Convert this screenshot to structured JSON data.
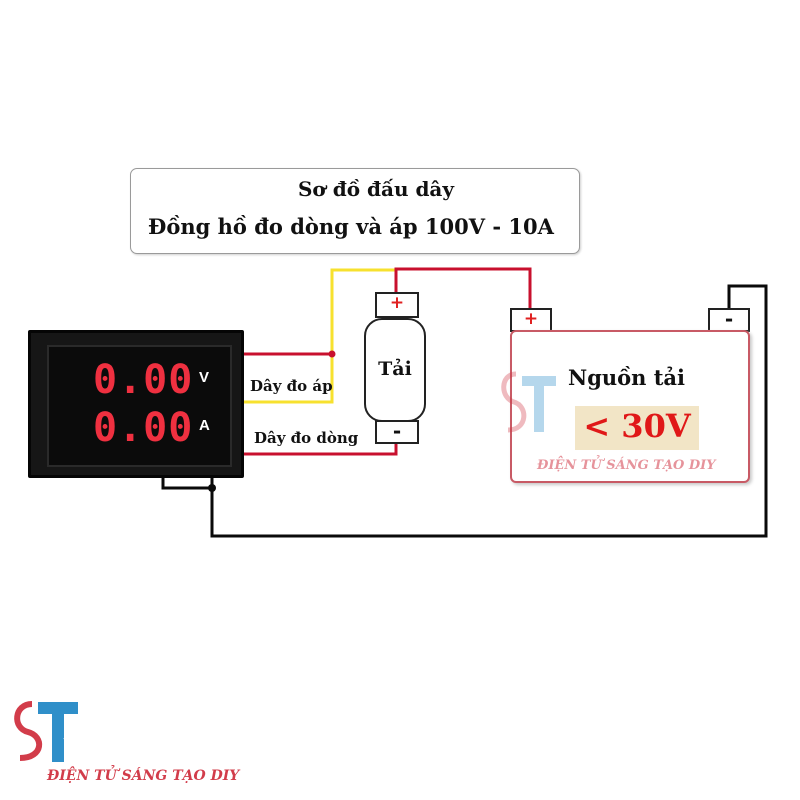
{
  "title": {
    "line1": "Sơ đồ đấu dây",
    "line2": "Đồng hồ đo dòng và áp 100V - 10A"
  },
  "meter": {
    "voltage_reading": "0.00",
    "current_reading": "0.00",
    "voltage_unit": "V",
    "current_unit": "A"
  },
  "wires": {
    "voltage_wire_label": "Dây đo áp",
    "current_wire_label": "Dây đo dòng"
  },
  "load": {
    "label": "Tải",
    "plus": "+",
    "minus": "-"
  },
  "battery": {
    "label": "Nguồn tải",
    "voltage": "< 30V",
    "plus": "+",
    "minus": "-"
  },
  "watermark": {
    "logo_text": "ST",
    "brand": "ĐIỆN TỬ SÁNG TẠO DIY"
  },
  "footer": {
    "brand": "ĐIỆN TỬ SÁNG TẠO DIY"
  },
  "colors": {
    "voltage_wire": "#f7e12e",
    "red_wire": "#c8102e",
    "black_wire": "#0a0a0a",
    "digit_red": "#ef3040",
    "brand_red": "#d23c4a",
    "brand_blue": "#2f8fc9"
  }
}
